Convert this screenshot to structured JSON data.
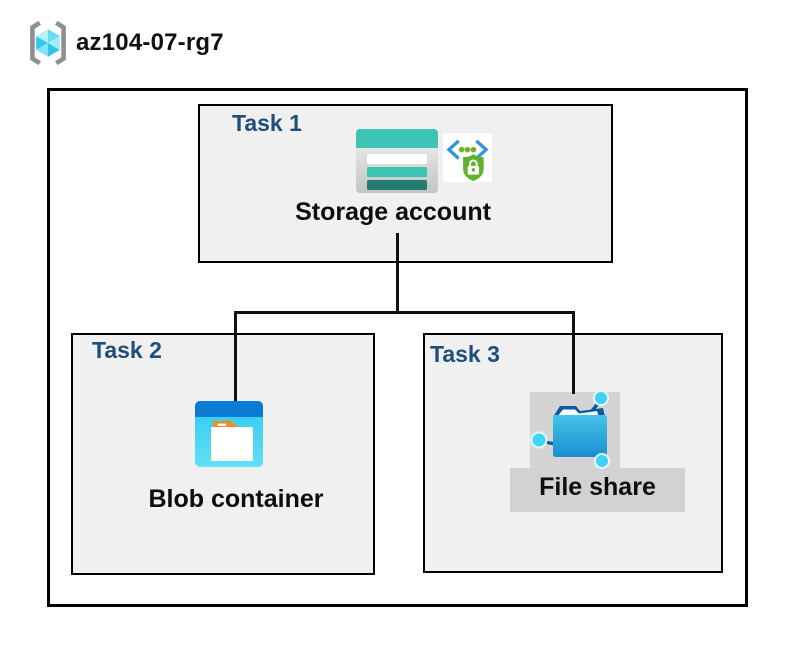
{
  "header": {
    "title": "az104-07-rg7",
    "icon": "resource-group-icon"
  },
  "diagram": {
    "task1": {
      "label": "Task 1",
      "resource": "Storage account",
      "icons": [
        "storage-account-icon",
        "sas-security-icon"
      ]
    },
    "task2": {
      "label": "Task 2",
      "resource": "Blob container",
      "icons": [
        "blob-container-icon"
      ]
    },
    "task3": {
      "label": "Task 3",
      "resource": "File share",
      "icons": [
        "file-share-icon"
      ]
    },
    "connections": [
      {
        "from": "Storage account",
        "to": "Blob container"
      },
      {
        "from": "Storage account",
        "to": "File share"
      }
    ]
  },
  "colors": {
    "task_label_navy": "#1f4e79",
    "box_fill_gray": "#f0f0f0",
    "border_black": "#000000",
    "storage_teal": "#3cc4b4",
    "storage_dark_teal": "#257d72",
    "blob_blue_bar": "#0b7bd4",
    "blob_cyan": "#35cdf1",
    "folder_tab_orange": "#f28d1c",
    "sas_green": "#5fb32c",
    "sas_bracket_blue": "#3293db",
    "fileshare_node_cyan": "#3ed3f7",
    "fileshare_dark_blue": "#0a5c9c",
    "highlight_gray": "#d2d2d2",
    "rg_bracket_gray": "#8f8f8f",
    "rg_cube_cyan": "#50d2f0"
  }
}
